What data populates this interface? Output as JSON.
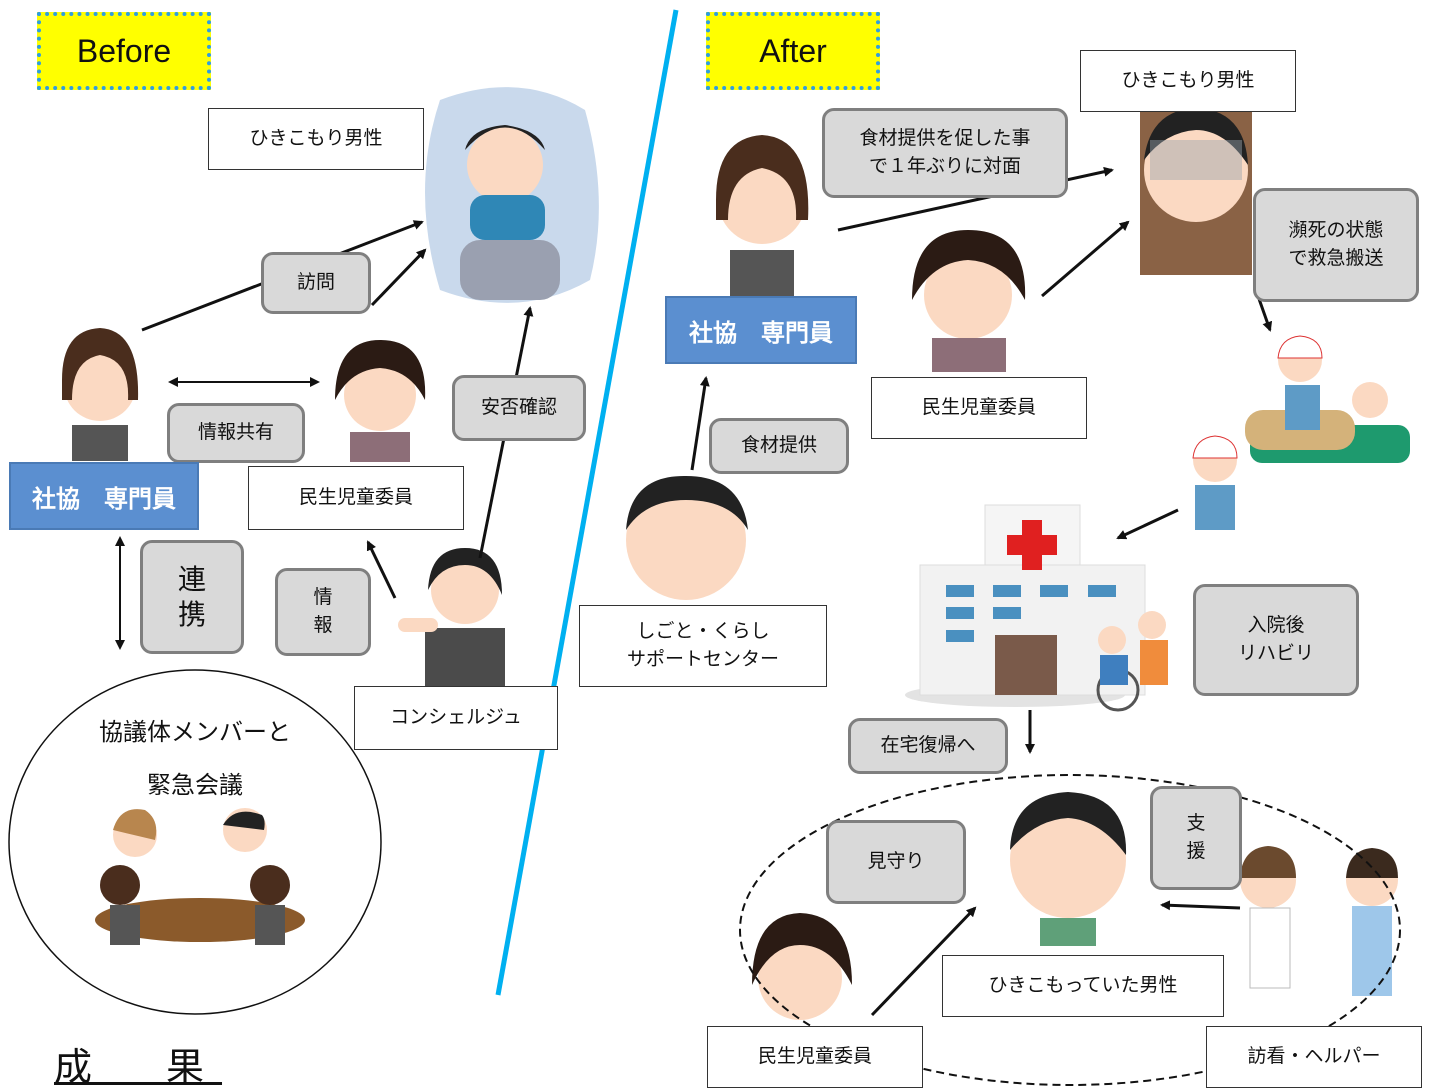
{
  "before": {
    "tag": "Before",
    "hikikomori_box": "ひきこもり男性",
    "visit_label": "訪問",
    "info_share_label": "情報共有",
    "shakyo_label": "社協　専門員",
    "minsei_box": "民生児童委員",
    "safety_check_label": "安否確認",
    "renkei_label": "連\n携",
    "info_label": "情\n報",
    "concierge_box": "コンシェルジュ",
    "meeting_line1": "協議体メンバーと",
    "meeting_line2": "緊急会議"
  },
  "after": {
    "tag": "After",
    "hikikomori_box": "ひきこもり男性",
    "food_meet_label": "食材提供を促した事\nで１年ぶりに対面",
    "shakyo_label": "社協　専門員",
    "minsei_box": "民生児童委員",
    "emergency_label": "瀕死の状態\nで救急搬送",
    "food_label": "食材提供",
    "support_center_box": "しごと・くらし\nサポートセンター",
    "rehab_label": "入院後\nリハビリ",
    "home_return_label": "在宅復帰へ",
    "watch_label": "見守り",
    "support_label": "支\n援",
    "former_box": "ひきこもっていた男性",
    "minsei_bottom_box": "民生児童委員",
    "helper_box": "訪看・ヘルパー"
  },
  "result_title": "成　果",
  "colors": {
    "divider": "#00b0f0",
    "tag_bg": "#ffff00",
    "tag_border": "#2f9ee0",
    "blue_box": "#5b8fd0",
    "pill_bg": "#d9d9d9"
  }
}
